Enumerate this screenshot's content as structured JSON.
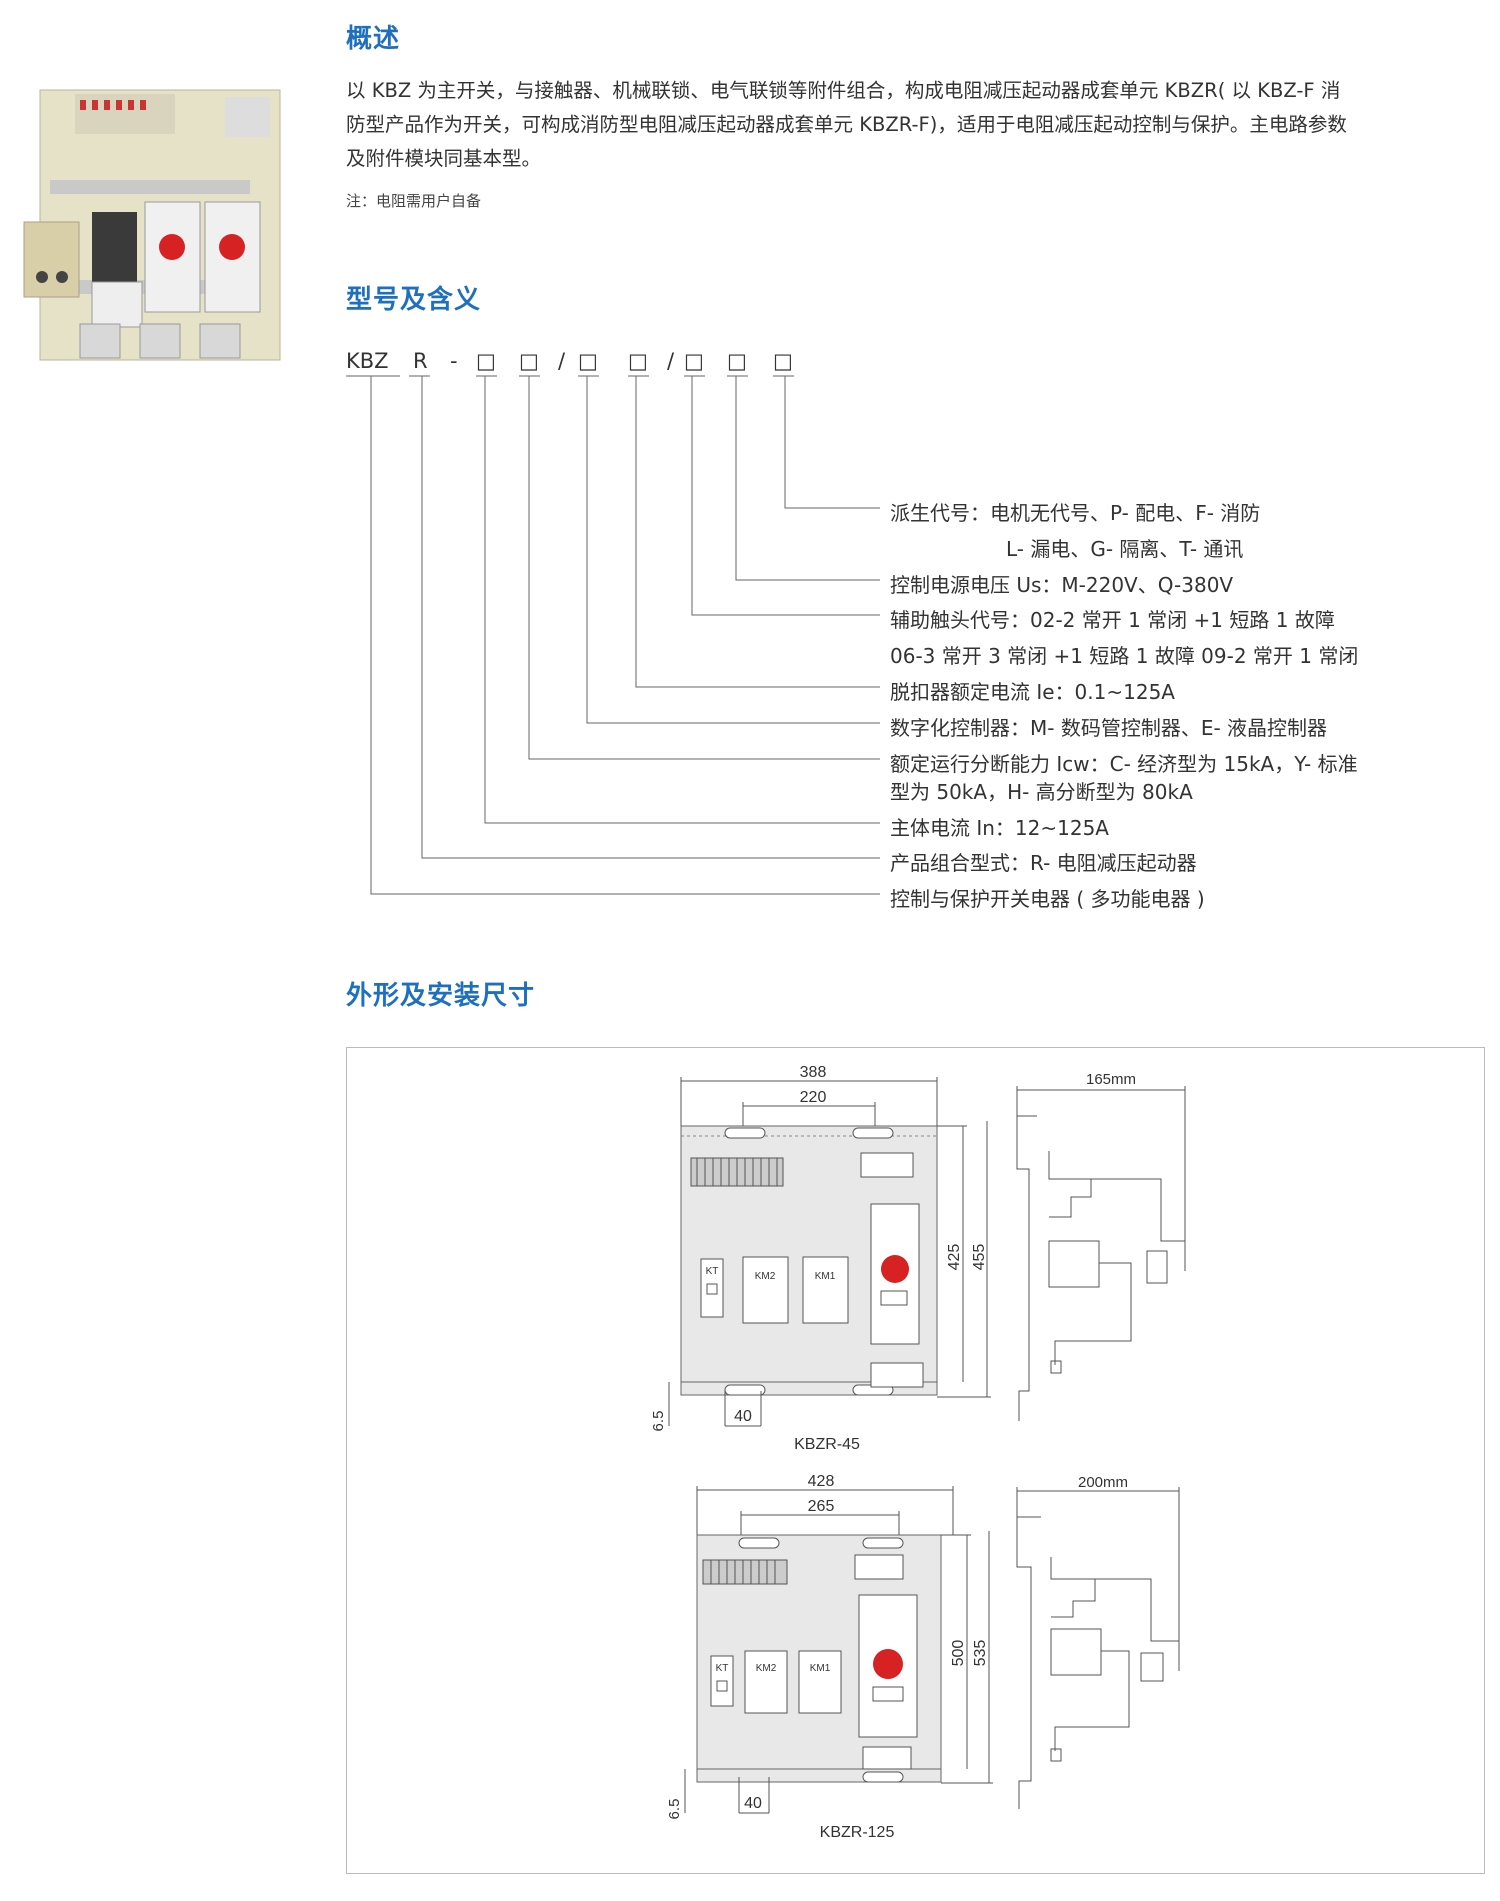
{
  "sections": {
    "overview_title": "概述",
    "model_title": "型号及含义",
    "dimension_title": "外形及安装尺寸"
  },
  "overview": {
    "line1": "以 KBZ 为主开关，与接触器、机械联锁、电气联锁等附件组合，构成电阻减压起动器成套单元 KBZR( 以 KBZ-F 消",
    "line2": "防型产品作为开关，可构成消防型电阻减压起动器成套单元 KBZR-F)，适用于电阻减压起动控制与保护。主电路参数",
    "line3": "及附件模块同基本型。",
    "note": "注：电阻需用户自备"
  },
  "model_code": {
    "prefix": "KBZ",
    "r": "R",
    "dash": "-",
    "box": "□",
    "slash": "/"
  },
  "model_desc": [
    "派生代号：电机无代号、P- 配电、F- 消防",
    "L- 漏电、G- 隔离、T- 通讯",
    "控制电源电压 Us：M-220V、Q-380V",
    "辅助触头代号：02-2 常开 1 常闭 +1 短路 1 故障",
    "06-3 常开 3 常闭 +1 短路 1 故障 09-2 常开 1 常闭",
    "脱扣器额定电流 Ie：0.1~125A",
    "数字化控制器：M- 数码管控制器、E- 液晶控制器",
    "额定运行分断能力 Icw：C- 经济型为 15kA，Y- 标准",
    "型为 50kA，H- 高分断型为 80kA",
    "主体电流 In：12~125A",
    "产品组合型式：R- 电阻减压起动器",
    "控制与保护开关电器 ( 多功能电器 )"
  ],
  "drawing_top": {
    "w_outer": "388",
    "w_inner": "220",
    "depth": "165mm",
    "h_inner": "425",
    "h_outer": "455",
    "offset": "6.5",
    "bottom": "40",
    "caption": "KBZR-45",
    "kt": "KT",
    "km2": "KM2",
    "km1": "KM1"
  },
  "drawing_bottom": {
    "w_outer": "428",
    "w_inner": "265",
    "depth": "200mm",
    "h_inner": "500",
    "h_outer": "535",
    "offset": "6.5",
    "bottom": "40",
    "caption": "KBZR-125",
    "kt": "KT",
    "km2": "KM2",
    "km1": "KM1"
  }
}
